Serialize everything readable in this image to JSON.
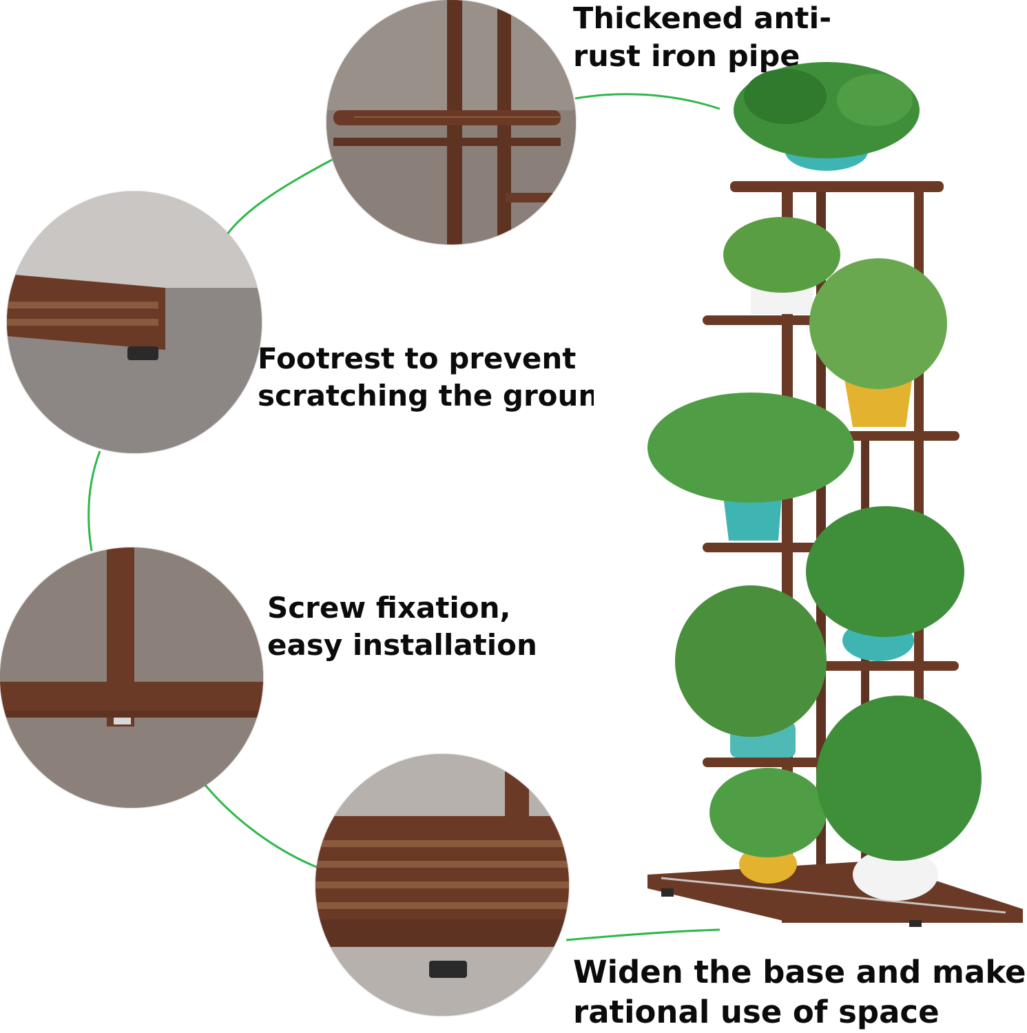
{
  "captions": {
    "pipe": {
      "line1": "Thickened anti-",
      "line2": "rust iron pipe"
    },
    "footrest": {
      "line1": "Footrest to prevent",
      "line2": "scratching the groun"
    },
    "screw": {
      "line1": "Screw fixation,",
      "line2": "easy installation"
    },
    "base": {
      "line1": "Widen the base and make",
      "line2": "rational use of space"
    }
  },
  "colors": {
    "connector_line": "#2db84a",
    "iron_brown": "#6b3a26",
    "pot_teal": "#3fb5b3",
    "pot_yellow": "#e3b32f",
    "leaf_green": "#3f8f3a"
  },
  "icons": [
    "pipe-detail-image",
    "footrest-detail-image",
    "screw-detail-image",
    "base-detail-image",
    "plant-stand-image"
  ]
}
